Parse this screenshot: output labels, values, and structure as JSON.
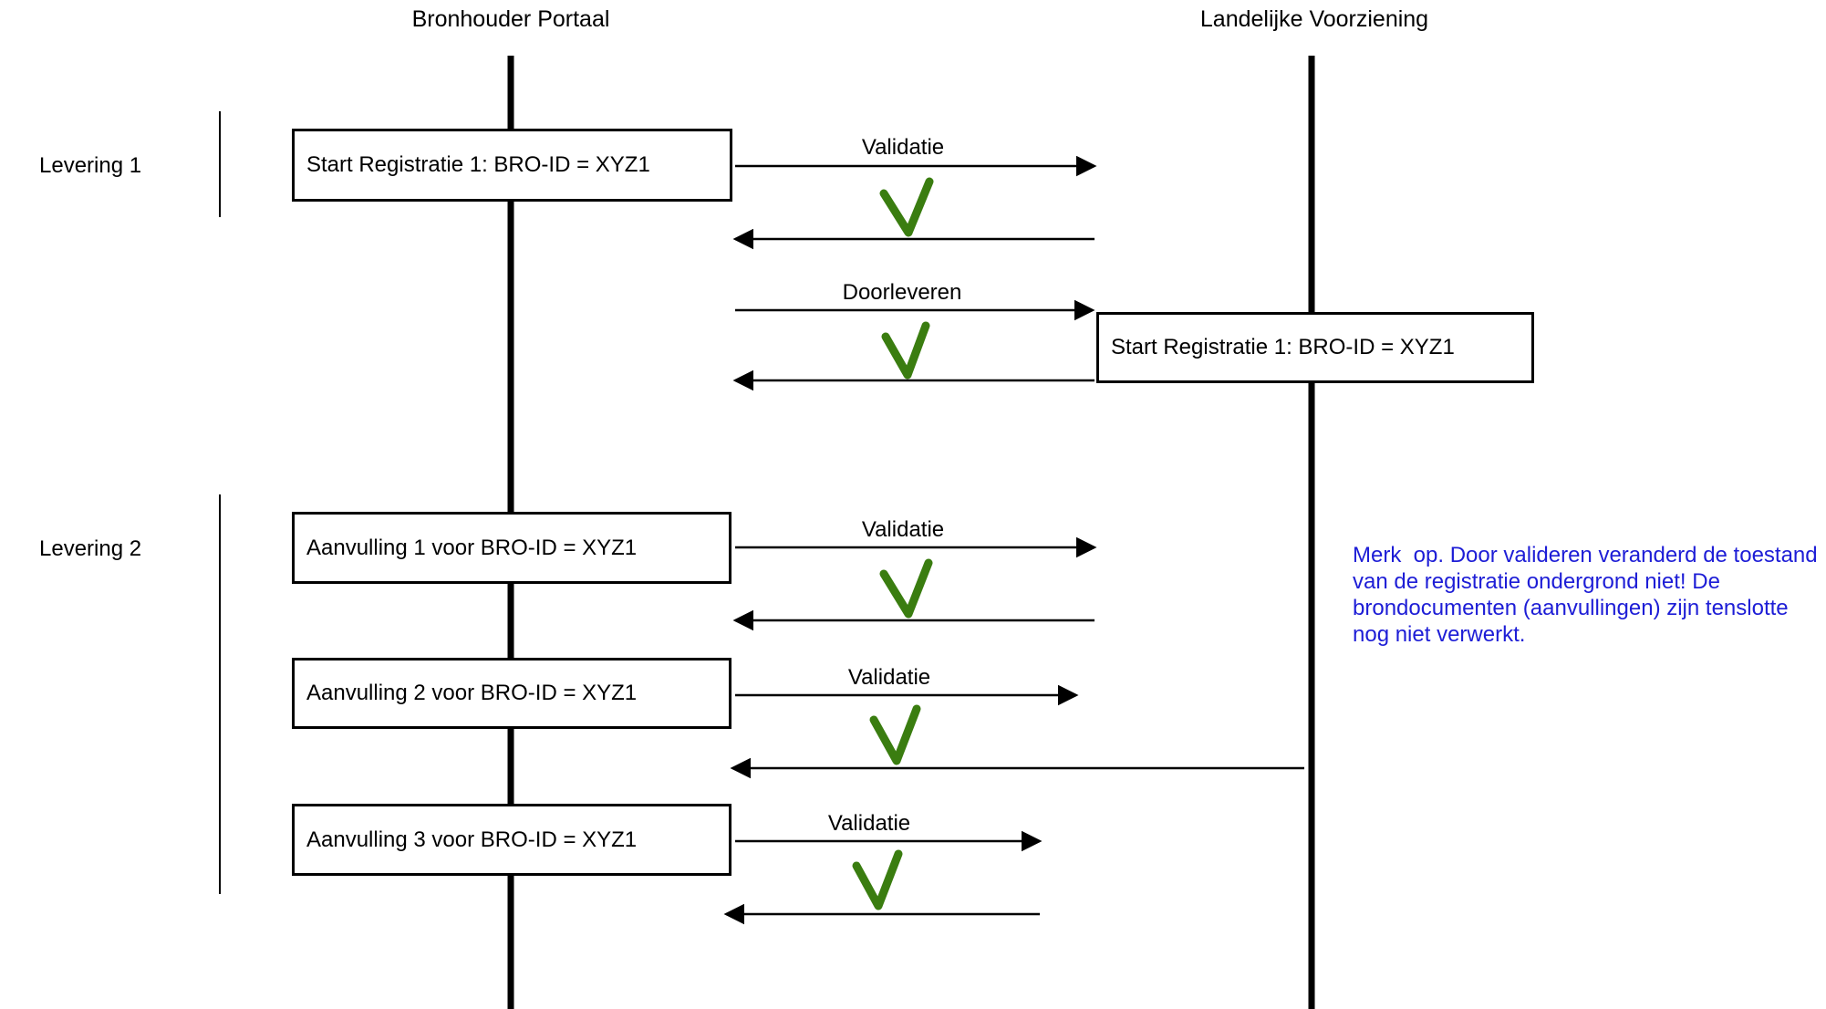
{
  "diagram": {
    "actors": [
      {
        "label": "Bronhouder Portaal"
      },
      {
        "label": "Landelijke Voorziening"
      }
    ],
    "groups": [
      {
        "label": "Levering 1"
      },
      {
        "label": "Levering 2"
      }
    ],
    "boxes": [
      {
        "label": "Start Registratie 1: BRO-ID = XYZ1"
      },
      {
        "label": "Start Registratie 1: BRO-ID = XYZ1"
      },
      {
        "label": "Aanvulling 1 voor BRO-ID = XYZ1"
      },
      {
        "label": "Aanvulling 2 voor BRO-ID = XYZ1"
      },
      {
        "label": "Aanvulling 3 voor BRO-ID = XYZ1"
      }
    ],
    "messages": [
      {
        "label": "Validatie"
      },
      {
        "label": "Doorleveren"
      },
      {
        "label": "Validatie"
      },
      {
        "label": "Validatie"
      },
      {
        "label": "Validatie"
      }
    ],
    "note_lines": [
      "Merk  op. Door valideren veranderd de toestand",
      "van de registratie ondergrond niet! De",
      "brondocumenten (aanvullingen) zijn tenslotte",
      "nog niet verwerkt."
    ],
    "colors": {
      "check": "#3a7d10",
      "note": "#1d1dd6",
      "line": "#000000"
    }
  }
}
